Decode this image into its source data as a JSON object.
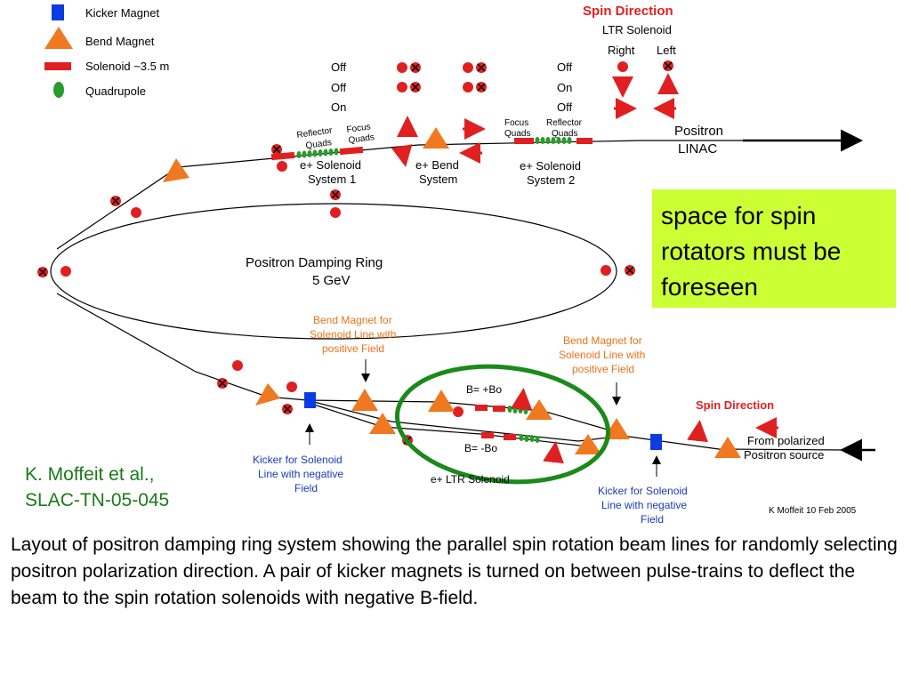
{
  "legend": {
    "kicker": "Kicker Magnet",
    "bend": "Bend Magnet",
    "solenoid": "Solenoid ~3.5 m",
    "quad": "Quadrupole"
  },
  "spin_table": {
    "title": "Spin Direction",
    "subtitle": "LTR Solenoid",
    "right_label": "Right",
    "left_label": "Left",
    "rows_left": [
      "Off",
      "Off",
      "On"
    ],
    "rows_right": [
      "Off",
      "On",
      "Off"
    ]
  },
  "labels": {
    "reflector_quads": "Reflector Quads",
    "focus_quads": "Focus Quads",
    "sol1_line1": "e+ Solenoid",
    "sol1_line2": "System 1",
    "bend_line1": "e+ Bend",
    "bend_line2": "System",
    "sol2_line1": "e+ Solenoid",
    "sol2_line2": "System 2",
    "focus_quads2": "Focus Quads",
    "reflector_quads2": "Reflector Quads",
    "positron_linac_1": "Positron",
    "positron_linac_2": "LINAC",
    "ring_line1": "Positron Damping Ring",
    "ring_line2": "5 GeV",
    "bend_note_left": [
      "Bend Magnet for",
      "Solenoid Line with",
      "positive  Field"
    ],
    "bend_note_right": [
      "Bend Magnet for",
      "Solenoid Line with",
      "positive  Field"
    ],
    "b_plus": "B= +Bo",
    "b_minus": "B= -Bo",
    "spin_dir2": "Spin Direction",
    "from_polarized_1": "From polarized",
    "from_polarized_2": "Positron source",
    "kicker_note_left": [
      "Kicker for Solenoid",
      "Line with negative",
      "Field"
    ],
    "kicker_note_right": [
      "Kicker for Solenoid",
      "Line with negative",
      "Field"
    ],
    "ltr_solenoid": "e+ LTR Solenoid",
    "author_date": "K Moffeit 10 Feb 2005"
  },
  "callout": {
    "lines": [
      "space for spin",
      "rotators must be",
      "foreseen"
    ]
  },
  "reference": {
    "line1": "K. Moffeit et al.,",
    "line2": "SLAC-TN-05-045"
  },
  "caption": "Layout of positron damping ring system showing the parallel spin rotation beam lines for randomly selecting positron polarization direction. A pair of kicker magnets is turned on between pulse-trains to deflect the beam to the spin rotation solenoids with negative B-field.",
  "colors": {
    "accent_red": "#e02020",
    "magnet_orange": "#f07820",
    "kicker_blue": "#0a3ce0",
    "quad_green": "#2a9a2a",
    "highlight_green": "#1a8a1a",
    "callout_bg": "#ccff33",
    "note_orange": "#e8741a",
    "note_blue": "#1a3ab8"
  }
}
